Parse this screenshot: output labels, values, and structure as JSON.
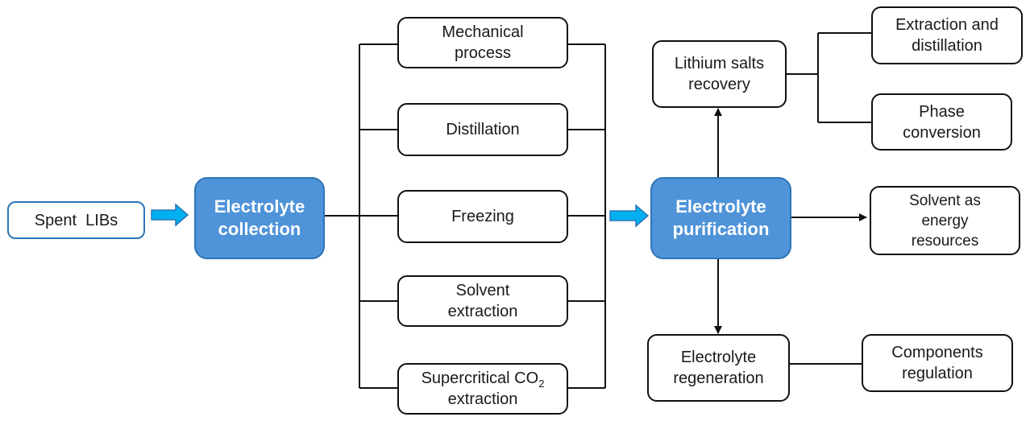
{
  "diagram": {
    "type": "flowchart",
    "title": "",
    "colors": {
      "primary_fill": "#4f93d8",
      "primary_border": "#2e75b6",
      "block_arrow_fill": "#00b0f0",
      "line": "#111111",
      "node_border": "#111111"
    },
    "nodes": {
      "spent_libs": {
        "lines": [
          "Spent  LIBs"
        ]
      },
      "electrolyte_collection": {
        "lines": [
          "Electrolyte",
          "collection"
        ]
      },
      "mechanical_process": {
        "lines": [
          "Mechanical",
          "process"
        ]
      },
      "distillation": {
        "lines": [
          "Distillation"
        ]
      },
      "freezing": {
        "lines": [
          "Freezing"
        ]
      },
      "solvent_extraction": {
        "lines": [
          "Solvent",
          "extraction"
        ]
      },
      "supercritical_co2": {
        "line1_main": "Supercritical CO",
        "line1_sub": "2",
        "line2": "extraction"
      },
      "electrolyte_purification": {
        "lines": [
          "Electrolyte",
          "purification"
        ]
      },
      "lithium_salts_recovery": {
        "lines": [
          "Lithium salts",
          "recovery"
        ]
      },
      "extraction_distillation": {
        "lines": [
          "Extraction and",
          "distillation"
        ]
      },
      "phase_conversion": {
        "lines": [
          "Phase",
          "conversion"
        ]
      },
      "solvent_energy": {
        "lines": [
          "Solvent as",
          "energy",
          "resources"
        ]
      },
      "electrolyte_regeneration": {
        "lines": [
          "Electrolyte",
          "regeneration"
        ]
      },
      "components_regulation": {
        "lines": [
          "Components",
          "regulation"
        ]
      }
    },
    "edges": [
      {
        "from": "Spent LIBs",
        "to": "Electrolyte collection",
        "style": "block-arrow"
      },
      {
        "from": "Electrolyte collection",
        "to": "Mechanical process",
        "style": "bracket"
      },
      {
        "from": "Electrolyte collection",
        "to": "Distillation",
        "style": "bracket"
      },
      {
        "from": "Electrolyte collection",
        "to": "Freezing",
        "style": "bracket"
      },
      {
        "from": "Electrolyte collection",
        "to": "Solvent extraction",
        "style": "bracket"
      },
      {
        "from": "Electrolyte collection",
        "to": "Supercritical CO2 extraction",
        "style": "bracket"
      },
      {
        "from": "Collection methods",
        "to": "Electrolyte purification",
        "style": "block-arrow"
      },
      {
        "from": "Electrolyte purification",
        "to": "Lithium salts recovery",
        "style": "arrow"
      },
      {
        "from": "Electrolyte purification",
        "to": "Solvent as energy resources",
        "style": "arrow"
      },
      {
        "from": "Electrolyte purification",
        "to": "Electrolyte regeneration",
        "style": "arrow"
      },
      {
        "from": "Lithium salts recovery",
        "to": "Extraction and distillation",
        "style": "bracket"
      },
      {
        "from": "Lithium salts recovery",
        "to": "Phase conversion",
        "style": "bracket"
      },
      {
        "from": "Electrolyte regeneration",
        "to": "Components regulation",
        "style": "line"
      }
    ]
  }
}
